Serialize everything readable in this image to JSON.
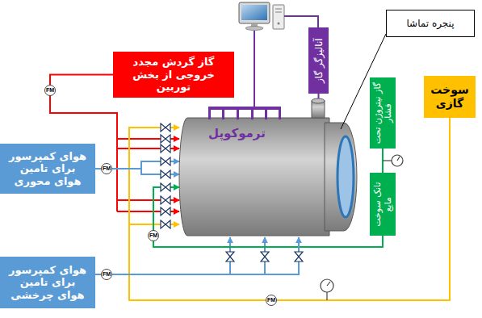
{
  "diagram": {
    "nodes": [
      {
        "text": [
          "گاز گردش مجدد خروجی از بخش توربین"
        ]
      },
      {
        "text": [
          "آنالیزگر گاز"
        ]
      },
      {
        "text": [
          "پنجره تماشا"
        ]
      },
      {
        "text": [
          "گاز نیتروژن تحت فشار"
        ]
      },
      {
        "text": [
          "سوخت گازی"
        ]
      },
      {
        "text": [
          "هوای کمپرسور برای تامین هوای محوری"
        ]
      },
      {
        "text": [
          "ترموکوپل"
        ]
      },
      {
        "text": [
          "تانک سوخت مایع"
        ]
      },
      {
        "text": [
          "هوای کمپرسور برای تامین هوای چرخشی"
        ]
      }
    ],
    "edges": [
      {
        "from": 0,
        "to": 6,
        "arrow": "to"
      },
      {
        "from": 1,
        "to": 6,
        "arrow": "none"
      },
      {
        "from": 2,
        "to": 6,
        "arrow": "none"
      },
      {
        "from": 3,
        "to": 7,
        "arrow": "none"
      },
      {
        "from": 7,
        "to": 6,
        "arrow": "to"
      },
      {
        "from": 4,
        "to": 6,
        "arrow": "to"
      },
      {
        "from": 5,
        "to": 6,
        "arrow": "to"
      },
      {
        "from": 8,
        "to": 6,
        "arrow": "to"
      }
    ],
    "labels": [
      "FM",
      "FM",
      "FM",
      "FM",
      "FM"
    ]
  }
}
